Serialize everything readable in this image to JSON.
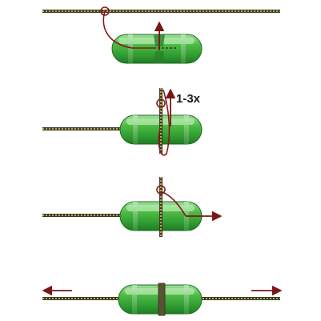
{
  "steps": [
    {
      "id": "step-1"
    },
    {
      "id": "step-2",
      "label": "1-3x"
    },
    {
      "id": "step-3"
    },
    {
      "id": "step-4"
    }
  ],
  "colors": {
    "line_dark": "#3b3826",
    "line_light": "#b7ad52",
    "float_body": "#46b33f",
    "float_light": "#a7e3a0",
    "float_dark": "#1f7a25",
    "arrow": "#7a1616"
  },
  "icons": {
    "direction": "arrow-icon",
    "wrap_point": "circle-marker-icon"
  }
}
